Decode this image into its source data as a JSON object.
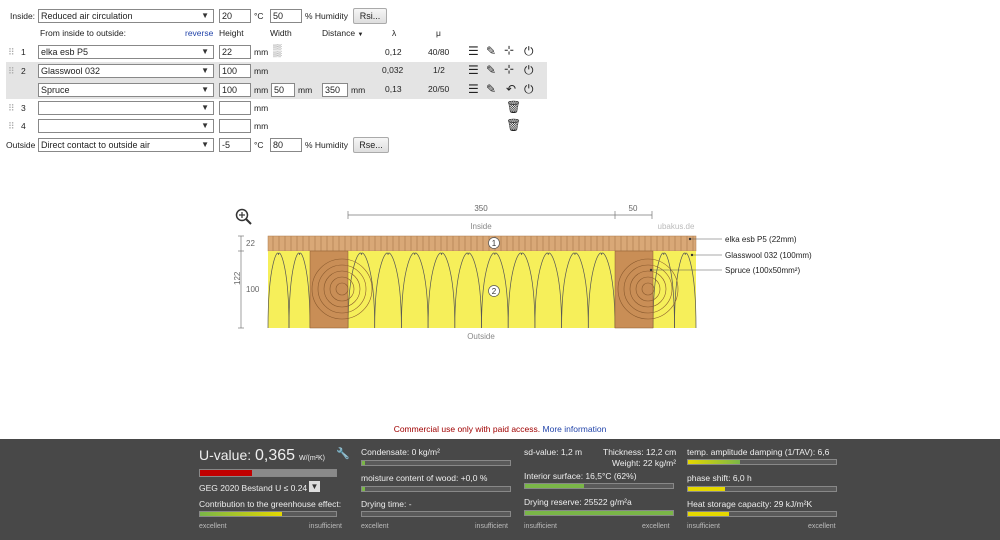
{
  "inside": {
    "label": "Inside:",
    "climate": "Reduced air circulation",
    "temp": "20",
    "temp_unit": "°C",
    "humidity": "50",
    "humidity_unit": "% Humidity",
    "rsi_button": "Rsi..."
  },
  "header": {
    "from_label": "From inside to outside:",
    "reverse_link": "reverse",
    "height": "Height",
    "width": "Width",
    "distance": "Distance",
    "lambda": "λ",
    "mu": "μ"
  },
  "layers": [
    {
      "num": "1",
      "material": "elka esb P5",
      "height": "22",
      "unit": "mm",
      "lambda": "0,12",
      "mu": "40/80"
    },
    {
      "num": "2",
      "material": "Glasswool 032",
      "height": "100",
      "unit": "mm",
      "lambda": "0,032",
      "mu": "1/2"
    },
    {
      "num": "",
      "material": "Spruce",
      "height": "100",
      "unit": "mm",
      "width": "50",
      "width_unit": "mm",
      "distance": "350",
      "distance_unit": "mm",
      "lambda": "0,13",
      "mu": "20/50"
    },
    {
      "num": "3",
      "material": "",
      "height": "",
      "unit": "mm"
    },
    {
      "num": "4",
      "material": "",
      "height": "",
      "unit": "mm"
    }
  ],
  "outside": {
    "label": "Outside",
    "climate": "Direct contact to outside air",
    "temp": "-5",
    "temp_unit": "°C",
    "humidity": "80",
    "humidity_unit": "% Humidity",
    "rse_button": "Rse..."
  },
  "diagram": {
    "dim_350": "350",
    "dim_50": "50",
    "inside": "Inside",
    "outside": "Outside",
    "watermark": "ubakus.de",
    "left_22": "22",
    "left_100": "100",
    "left_122": "122",
    "callout_1": "elka esb P5 (22mm)",
    "callout_2": "Glasswool 032 (100mm)",
    "callout_3": "Spruce (100x50mm²)",
    "badge_1": "1",
    "badge_2": "2"
  },
  "notice": {
    "text": "Commercial use only with paid access.",
    "link": "More information"
  },
  "results": {
    "u_label": "U-value:",
    "u_value": "0,365",
    "u_unit": "W/(m²K)",
    "geg": "GEG 2020 Bestand U ≤ 0.24",
    "greenhouse": "Contribution to the greenhouse effect:",
    "condensate": "Condensate: 0 kg/m²",
    "moisture": "moisture content of wood: +0,0 %",
    "drying_time": "Drying time: -",
    "sd": "sd-value: 1,2 m",
    "thickness": "Thickness: 12,2 cm",
    "weight": "Weight: 22 kg/m²",
    "interior": "Interior surface: 16,5°C (62%)",
    "drying_reserve": "Drying reserve: 25522 g/m²a",
    "amplitude": "temp. amplitude damping (1/TAV): 6,6",
    "phase": "phase shift: 6,0 h",
    "heat": "Heat storage capacity: 29 kJ/m²K",
    "excellent": "excellent",
    "insufficient": "insufficient"
  },
  "colors": {
    "bar_red": "#c00000",
    "bar_green": "#7ab648",
    "bar_yellow": "#e5d800",
    "panel": "#484848",
    "link": "#2244aa",
    "notice": "#a00000"
  }
}
